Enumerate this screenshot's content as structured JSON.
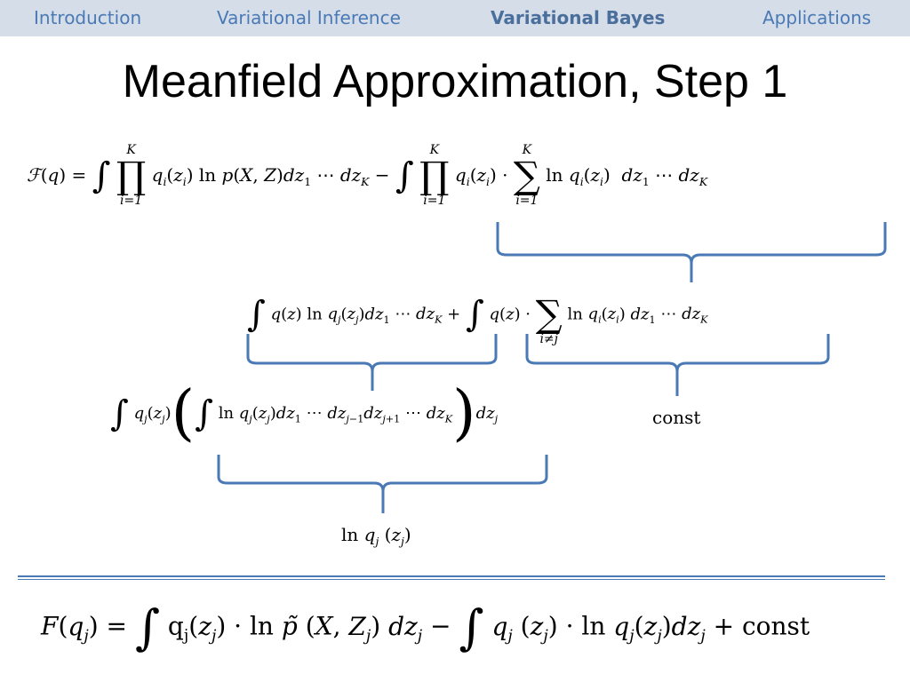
{
  "nav": {
    "items": [
      "Introduction",
      "Variational Inference",
      "Variational Bayes",
      "Applications"
    ],
    "active": "Variational Bayes"
  },
  "slide": {
    "title": "Meanfield Approximation, Step 1"
  },
  "labels": {
    "const": "const",
    "brace_target": "ln q_j (z_j)"
  },
  "colors": {
    "nav_bg": "#d5dde9",
    "nav_text": "#4a7ab5",
    "brace": "#4a7ab5"
  }
}
